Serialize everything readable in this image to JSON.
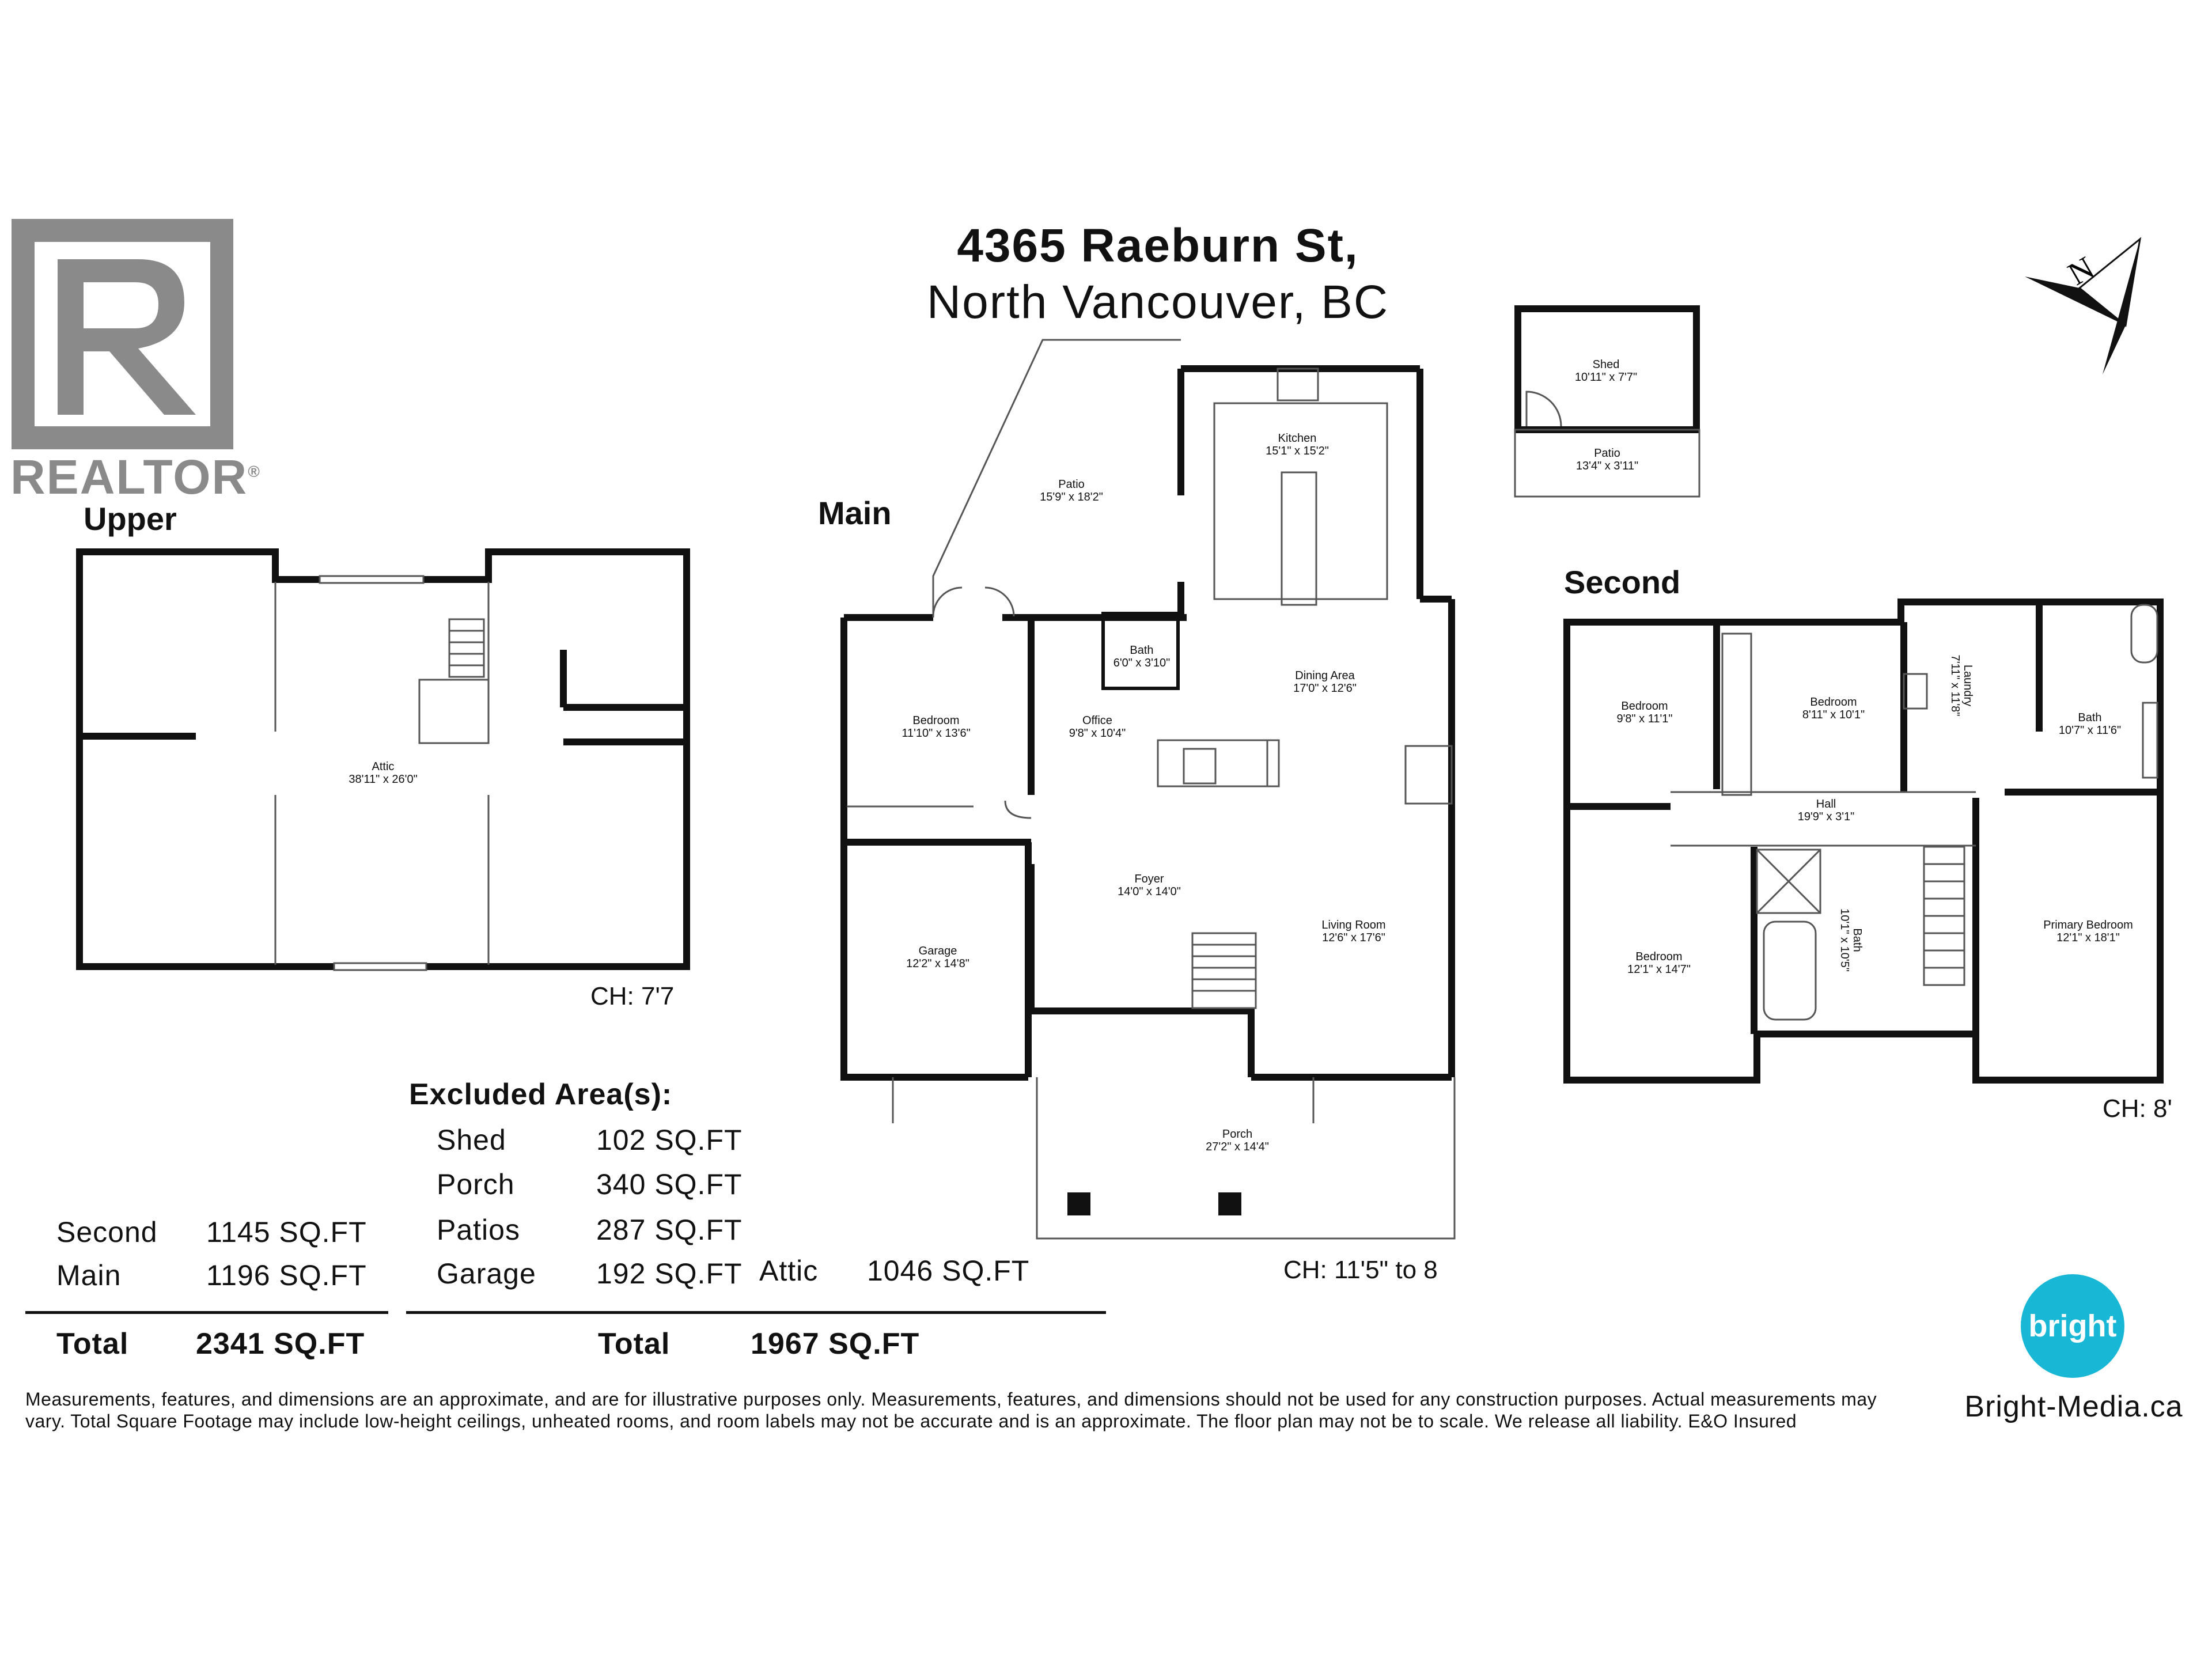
{
  "header": {
    "address_line1": "4365 Raeburn St,",
    "address_line2": "North Vancouver, BC"
  },
  "branding": {
    "realtor_text": "REALTOR",
    "realtor_reg": "®",
    "bright_logo_text": "bright",
    "bright_url": "Bright-Media.ca",
    "bright_color": "#19b7d6",
    "realtor_color": "#8a8a8a",
    "compass_icon": "north-arrow-icon",
    "compass_letter": "N"
  },
  "floors": {
    "upper": {
      "label": "Upper",
      "ceiling": "CH: 7'7",
      "rooms": [
        {
          "name": "Attic",
          "dims": "38'11\" x 26'0\""
        }
      ]
    },
    "main": {
      "label": "Main",
      "ceiling": "CH: 11'5\" to 8",
      "rooms": [
        {
          "name": "Patio",
          "dims": "15'9\" x 18'2\""
        },
        {
          "name": "Kitchen",
          "dims": "15'1\" x 15'2\""
        },
        {
          "name": "Bath",
          "dims": "6'0\" x 3'10\""
        },
        {
          "name": "Dining Area",
          "dims": "17'0\" x 12'6\""
        },
        {
          "name": "Bedroom",
          "dims": "11'10\" x 13'6\""
        },
        {
          "name": "Office",
          "dims": "9'8\" x 10'4\""
        },
        {
          "name": "Foyer",
          "dims": "14'0\" x 14'0\""
        },
        {
          "name": "Living Room",
          "dims": "12'6\" x 17'6\""
        },
        {
          "name": "Garage",
          "dims": "12'2\" x 14'8\""
        },
        {
          "name": "Porch",
          "dims": "27'2\" x 14'4\""
        }
      ]
    },
    "shed": {
      "rooms": [
        {
          "name": "Shed",
          "dims": "10'11\" x 7'7\""
        },
        {
          "name": "Patio",
          "dims": "13'4\" x 3'11\""
        }
      ]
    },
    "second": {
      "label": "Second",
      "ceiling": "CH: 8'",
      "rooms": [
        {
          "name": "Bedroom",
          "dims": "9'8\" x 11'1\""
        },
        {
          "name": "Bedroom",
          "dims": "8'11\" x 10'1\""
        },
        {
          "name": "Laundry",
          "dims": "7'11\" x 11'8\""
        },
        {
          "name": "Bath",
          "dims": "10'7\" x 11'6\""
        },
        {
          "name": "Hall",
          "dims": "19'9\" x 3'1\""
        },
        {
          "name": "Bedroom",
          "dims": "12'1\" x 14'7\""
        },
        {
          "name": "Bath",
          "dims": "10'1\" x 10'5\""
        },
        {
          "name": "Primary Bedroom",
          "dims": "12'1\" x 18'1\""
        }
      ]
    }
  },
  "areas": {
    "included": [
      {
        "label": "Second",
        "value": "1145 SQ.FT"
      },
      {
        "label": "Main",
        "value": "1196 SQ.FT"
      }
    ],
    "included_total_label": "Total",
    "included_total_value": "2341 SQ.FT",
    "excluded_heading": "Excluded Area(s):",
    "excluded": [
      {
        "label": "Shed",
        "value": "102 SQ.FT"
      },
      {
        "label": "Porch",
        "value": "340 SQ.FT"
      },
      {
        "label": "Patios",
        "value": "287 SQ.FT"
      },
      {
        "label": "Garage",
        "value": "192 SQ.FT"
      },
      {
        "label": "Attic",
        "value": "1046 SQ.FT"
      }
    ],
    "excluded_total_label": "Total",
    "excluded_total_value": "1967 SQ.FT"
  },
  "disclaimer": "Measurements, features, and dimensions are an approximate, and are for illustrative purposes only. Measurements, features, and dimensions should not be used for any construction purposes. Actual measurements may vary. Total Square Footage may include low-height ceilings, unheated rooms, and room labels may not be accurate and is an approximate. The floor plan may not be to scale. We release all liability. E&O Insured"
}
